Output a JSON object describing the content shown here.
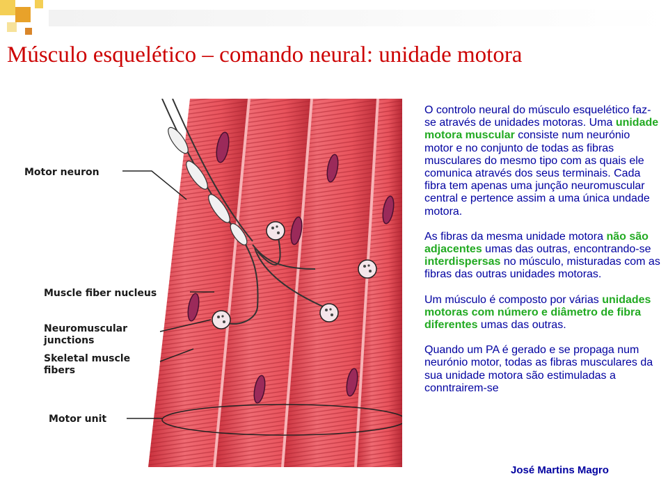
{
  "title": "Músculo esquelético – comando neural: unidade motora",
  "figure": {
    "labels": {
      "motor_neuron": "Motor neuron",
      "muscle_fiber_nucleus": "Muscle fiber nucleus",
      "nmj_1": "Neuromuscular",
      "nmj_2": "junctions",
      "skeletal_1": "Skeletal muscle",
      "skeletal_2": "fibers",
      "motor_unit": "Motor unit"
    }
  },
  "text": {
    "p1_a": "O controlo neural do músculo esquelético faz-se através de unidades motoras. Uma ",
    "p1_b": "unidade motora muscular",
    "p1_c": " consiste num neurónio motor e no conjunto de todas as fibras musculares do mesmo tipo com as quais ele comunica através dos seus terminais. Cada fibra tem apenas uma junção neuromuscular central e pertence assim a uma única undade motora.",
    "p2_a": "As fibras da mesma unidade motora ",
    "p2_b": "não são adjacentes",
    "p2_c": " umas das outras, encontrando-se ",
    "p2_d": "interdispersas",
    "p2_e": " no músculo, misturadas com as fibras das outras unidades motoras.",
    "p3_a": "Um músculo  é composto por várias ",
    "p3_b": "unidades motoras com número e diâmetro de fibra diferentes",
    "p3_c": " umas das outras.",
    "p4": "Quando um PA é gerado e se propaga num neurónio motor, todas as fibras musculares da sua unidade motora são estimuladas a conntrairem-se"
  },
  "author": "José Martins Magro",
  "colors": {
    "title": "#cc0000",
    "body_text": "#0000a0",
    "highlight": "#22aa22",
    "fiber": "#e8535c",
    "deco_orange": "#e8a22a"
  }
}
